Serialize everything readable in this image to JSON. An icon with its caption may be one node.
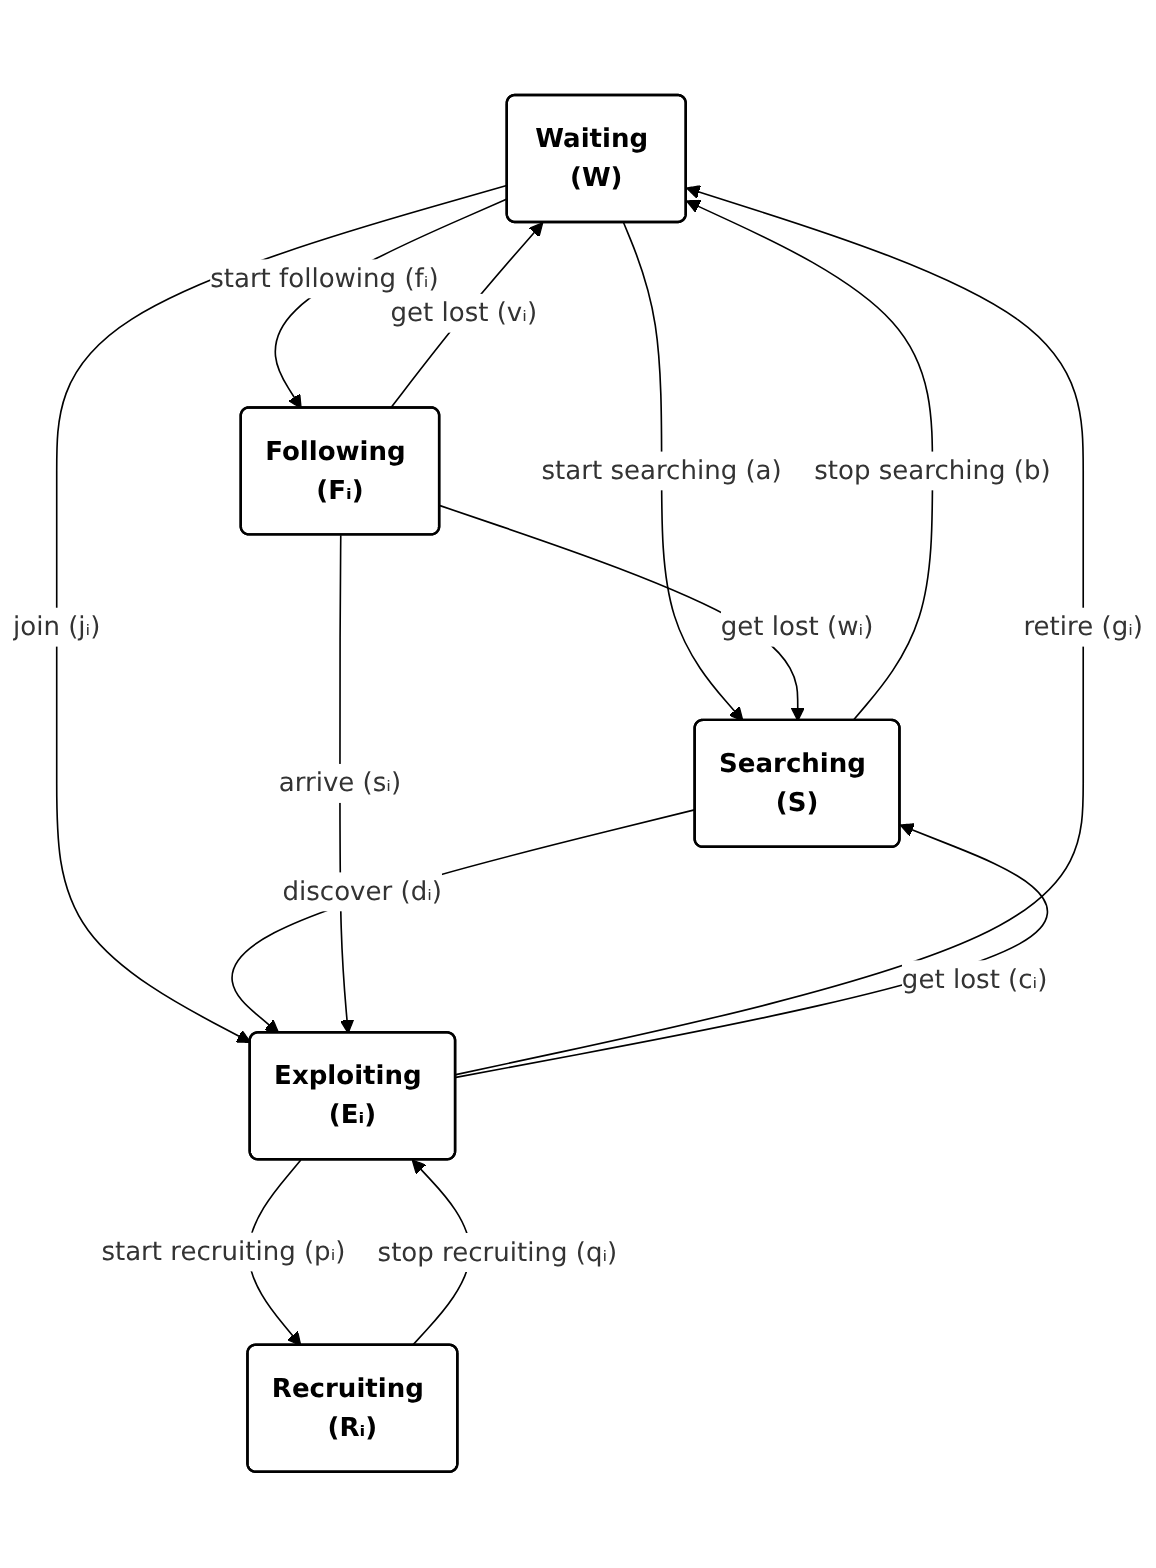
{
  "diagram": {
    "nodes": [
      {
        "text": [
          "Waiting (W)"
        ]
      },
      {
        "text": [
          "Searching (S)"
        ]
      },
      {
        "text": [
          "Following (Fᵢ)"
        ]
      },
      {
        "text": [
          "Exploiting (Eᵢ)"
        ]
      },
      {
        "text": [
          "Recruiting (Rᵢ)"
        ]
      }
    ],
    "edges": [
      {
        "from": 0,
        "to": 1,
        "arrow": "to",
        "label": "start searching (a)"
      },
      {
        "from": 1,
        "to": 0,
        "arrow": "to",
        "label": "stop searching (b)"
      },
      {
        "from": 0,
        "to": 2,
        "arrow": "to",
        "label": "start following (fᵢ)"
      },
      {
        "from": 2,
        "to": 0,
        "arrow": "to",
        "label": "get lost (vᵢ)"
      },
      {
        "from": 2,
        "to": 1,
        "arrow": "to",
        "label": "get lost (wᵢ)"
      },
      {
        "from": 0,
        "to": 3,
        "arrow": "to",
        "label": "join (jᵢ)"
      },
      {
        "from": 3,
        "to": 0,
        "arrow": "to",
        "label": "retire (gᵢ)"
      },
      {
        "from": 1,
        "to": 3,
        "arrow": "to",
        "label": "discover (dᵢ)"
      },
      {
        "from": 3,
        "to": 1,
        "arrow": "to",
        "label": "get lost (cᵢ)"
      },
      {
        "from": 2,
        "to": 3,
        "arrow": "to",
        "label": "arrive (sᵢ)"
      },
      {
        "from": 4,
        "to": 3,
        "arrow": "to",
        "label": "stop recruiting (qᵢ)"
      },
      {
        "from": 3,
        "to": 4,
        "arrow": "to",
        "label": "start recruiting (pᵢ)"
      }
    ]
  }
}
